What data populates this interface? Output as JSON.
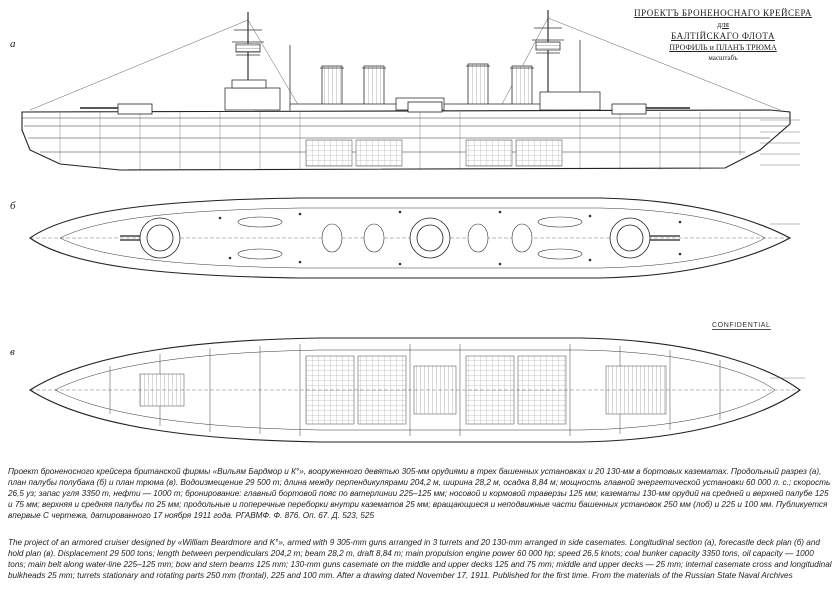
{
  "title_block": {
    "line1": "ПРОЕКТЪ БРОНЕНОСНАГО КРЕЙСЕРА",
    "line2": "для",
    "line3": "БАЛТІЙСКАГО ФЛОТА",
    "line4": "ПРОФИЛЬ и ПЛАНЪ ТРЮМА",
    "line5": "масштабъ"
  },
  "views": {
    "a_label": "а",
    "b_label": "б",
    "c_label": "в"
  },
  "stamp": "CONFIDENTIAL",
  "caption_ru": "Проект броненосного крейсера британской фирмы «Вильям Бардмор и К°», вооруженного девятью 305-мм орудиями в трех башенных установках и 20 130-мм в бортовых казематах. Продольный разрез (а), план палубы полубака (б) и план трюма (в). Водоизмещение 29 500 т; длина между перпендикулярами 204,2 м, ширина 28,2 м, осадка 8,84 м; мощность главной энергетической установки 60 000 л. с.; скорость 26,5 уз; запас угля 3350 т, нефти — 1000 т; бронирование: главный бортовой пояс по ватерлинии 225–125 мм; носовой и кормовой траверзы 125 мм; казематы 130-мм орудий на средней и верхней палубе 125 и 75 мм; верхняя и средняя палубы по 25 мм; продольные и поперечные переборки внутри казематов 25 мм; вращающиеся и неподвижные части башенных установок 250 мм (лоб) и 225 и 100 мм. Публикуется впервые С чертежа, датированного 17 ноября 1911 года. РГАВМФ. Ф. 876. Оп. 67. Д. 523, 525",
  "caption_en": "The project of an armored cruiser designed by «William Beardmore and K°», armed with 9 305-mm guns arranged in 3 turrets and 20 130-mm arranged in side casemates. Longitudinal section (a), forecastle deck plan (б) and hold plan (в). Displacement 29 500 tons; length between perpendiculars 204,2 m; beam 28,2 m, draft 8,84 m; main propulsion engine power 60 000 hp; speed 26,5 knots; coal bunker capacity 3350 tons, oil capacity — 1000 tons; main belt along water-line 225–125 mm; bow and stern beams 125 mm; 130-mm guns casemate on the middle and upper decks 125 and 75 mm; middle and upper decks — 25 mm; internal casemate cross and longitudinal bulkheads 25 mm; turrets stationary and rotating parts 250 mm (frontal), 225 and 100 mm. After a drawing dated November 17, 1911. Published for the first time. From the materials of the Russian State Naval Archives"
}
